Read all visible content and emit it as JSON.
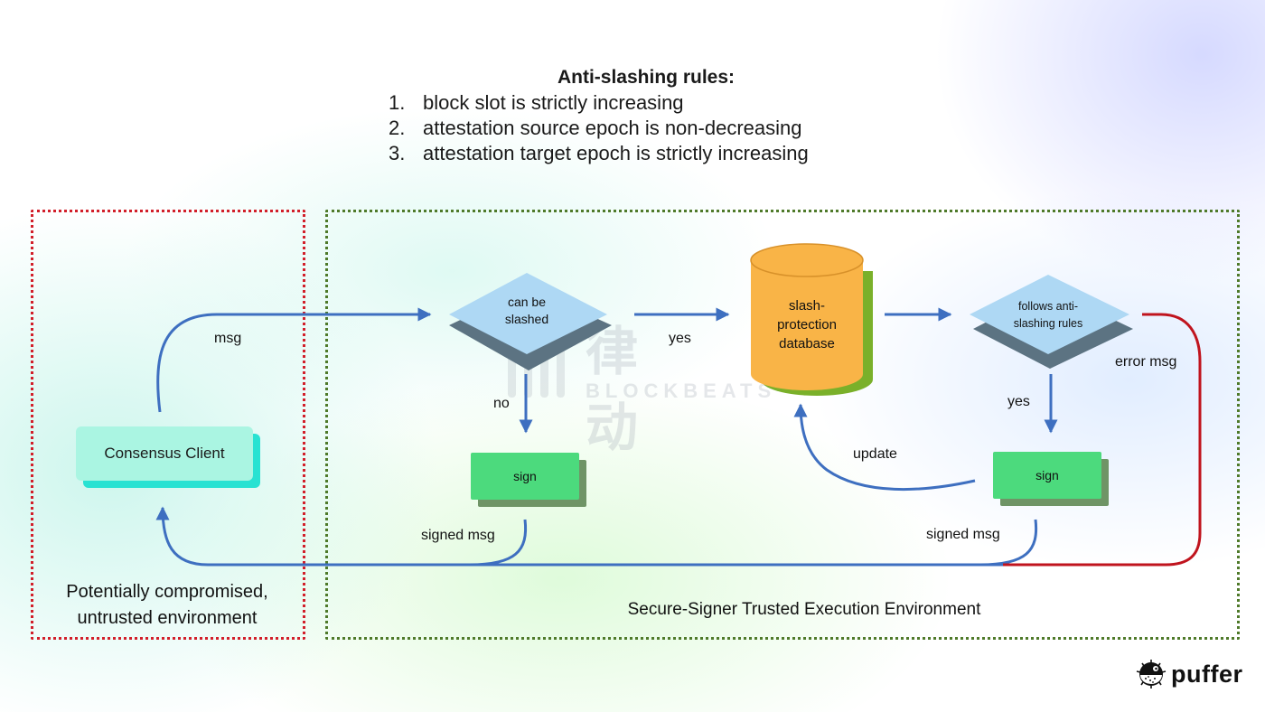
{
  "rules": {
    "title": "Anti-slashing rules:",
    "items": [
      {
        "num": "1.",
        "text": "block slot is strictly increasing"
      },
      {
        "num": "2.",
        "text": "attestation source epoch is non-decreasing"
      },
      {
        "num": "3.",
        "text": "attestation target epoch is strictly increasing"
      }
    ]
  },
  "zones": {
    "untrusted_label_line1": "Potentially compromised,",
    "untrusted_label_line2": "untrusted environment",
    "trusted_label": "Secure-Signer Trusted Execution Environment",
    "untrusted_color": "#d21f2a",
    "trusted_color": "#4f7a2a"
  },
  "nodes": {
    "consensus_client": "Consensus Client",
    "can_be_slashed_line1": "can be",
    "can_be_slashed_line2": "slashed",
    "database_line1": "slash-",
    "database_line2": "protection",
    "database_line3": "database",
    "follows_rules_line1": "follows anti-",
    "follows_rules_line2": "slashing rules",
    "sign_left": "sign",
    "sign_right": "sign"
  },
  "edges": {
    "msg": "msg",
    "yes_to_db": "yes",
    "no": "no",
    "yes_to_sign": "yes",
    "update": "update",
    "signed_msg_left": "signed msg",
    "signed_msg_right": "signed msg",
    "error_msg": "error msg"
  },
  "colors": {
    "arrow": "#3e6fc0",
    "error_arrow": "#c0141e",
    "diamond": "#aed8f4",
    "diamond_shadow": "#5c7382",
    "database": "#f9b447",
    "database_shadow": "#7ab02a",
    "sign": "#4cda7d",
    "consensus": "#aaf5e2"
  },
  "watermark": {
    "cn": "律动",
    "en": "BLOCKBEATS"
  },
  "logo": {
    "text": "puffer"
  }
}
